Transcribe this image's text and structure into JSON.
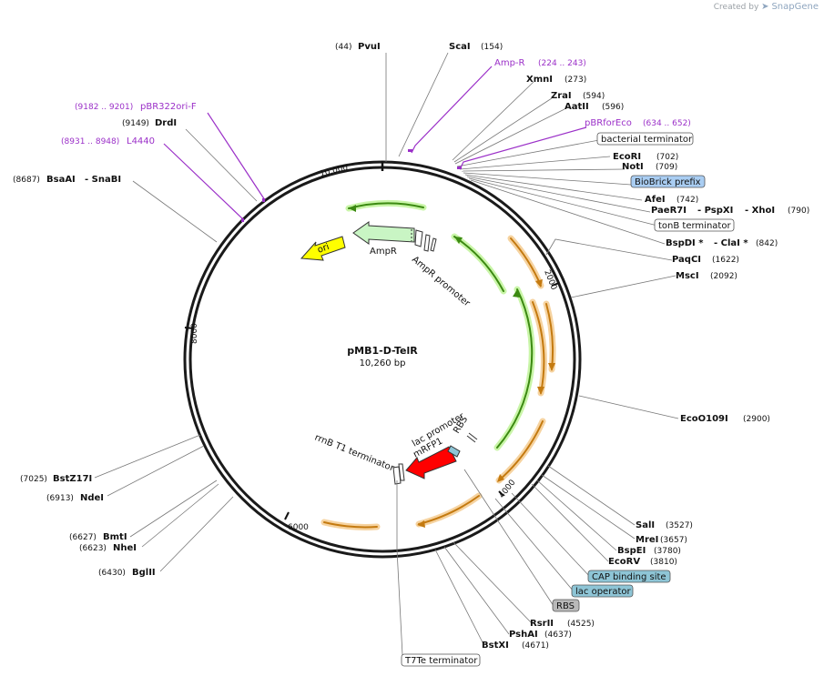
{
  "credit": {
    "prefix": "Created by",
    "brand": "SnapGene",
    "icon": "snapgene-logo-icon"
  },
  "plasmid": {
    "name": "pMB1-D-TelR",
    "length": "10,260 bp"
  },
  "ticks": [
    "2000",
    "4000",
    "6000",
    "8000",
    "10,000"
  ],
  "sites_right": [
    {
      "name": "PvuI",
      "pos": "(44)"
    },
    {
      "name": "ScaI",
      "pos": "(154)"
    },
    {
      "name": "XmnI",
      "pos": "(273)"
    },
    {
      "name": "ZraI",
      "pos": "(594)"
    },
    {
      "name": "AatII",
      "pos": "(596)"
    },
    {
      "name": "EcoRI",
      "pos": "(702)"
    },
    {
      "name": "NotI",
      "pos": "(709)"
    },
    {
      "name": "AfeI",
      "pos": "(742)"
    },
    {
      "name": "PaeR7I",
      "name2": "- PspXI",
      "name3": "- XhoI",
      "pos": "(790)"
    },
    {
      "name": "BspDI *",
      "name2": "- ClaI *",
      "pos": "(842)"
    },
    {
      "name": "PaqCI",
      "pos": "(1622)"
    },
    {
      "name": "MscI",
      "pos": "(2092)"
    },
    {
      "name": "EcoO109I",
      "pos": "(2900)"
    },
    {
      "name": "SalI",
      "pos": "(3527)"
    },
    {
      "name": "MreI",
      "pos": "(3657)"
    },
    {
      "name": "BspEI",
      "pos": "(3780)"
    },
    {
      "name": "EcoRV",
      "pos": "(3810)"
    },
    {
      "name": "RsrII",
      "pos": "(4525)"
    },
    {
      "name": "PshAI",
      "pos": "(4637)"
    },
    {
      "name": "BstXI",
      "pos": "(4671)"
    }
  ],
  "sites_left": [
    {
      "name": "DrdI",
      "pos": "(9149)"
    },
    {
      "name": "BsaAI",
      "name2": "- SnaBI",
      "pos": "(8687)"
    },
    {
      "name": "BstZ17I",
      "pos": "(7025)"
    },
    {
      "name": "NdeI",
      "pos": "(6913)"
    },
    {
      "name": "BmtI",
      "pos": "(6627)"
    },
    {
      "name": "NheI",
      "pos": "(6623)"
    },
    {
      "name": "BglII",
      "pos": "(6430)"
    }
  ],
  "primers": [
    {
      "name": "Amp-R",
      "range": "(224 .. 243)"
    },
    {
      "name": "pBRforEco",
      "range": "(634 .. 652)"
    },
    {
      "name": "pBR322ori-F",
      "range": "(9182 .. 9201)"
    },
    {
      "name": "L4440",
      "range": "(8931 .. 8948)"
    }
  ],
  "boxed_features": [
    {
      "name": "bacterial terminator",
      "fill": "#ffffff"
    },
    {
      "name": "BioBrick prefix",
      "fill": "#a9cdf2"
    },
    {
      "name": "tonB terminator",
      "fill": "#ffffff"
    },
    {
      "name": "CAP binding site",
      "fill": "#8ec5d6"
    },
    {
      "name": "lac operator",
      "fill": "#8ec5d6"
    },
    {
      "name": "RBS",
      "fill": "#b9b9b9"
    },
    {
      "name": "T7Te terminator",
      "fill": "#ffffff"
    }
  ],
  "inner_features": [
    {
      "name": "AmpR",
      "color": "#c9f5c4"
    },
    {
      "name": "AmpR promoter",
      "color": "#ffffff"
    },
    {
      "name": "ori",
      "color": "#ffff00"
    },
    {
      "name": "lac promoter",
      "color": "#ffffff"
    },
    {
      "name": "RBS",
      "color": "#ffffff"
    },
    {
      "name": "mRFP1",
      "color": "#ff0000"
    },
    {
      "name": "rrnB T1 terminator",
      "color": "#ffffff"
    }
  ],
  "colors": {
    "orf_green": "#3c8a12",
    "orf_orange": "#c47a10",
    "primer_purple": "#9b30c8",
    "backbone": "#1a1a1a"
  }
}
